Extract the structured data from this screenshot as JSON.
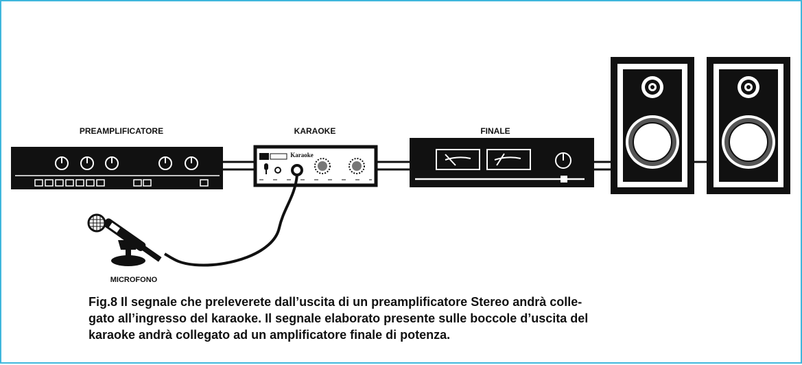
{
  "labels": {
    "preamp": "PREAMPLIFICATORE",
    "karaoke": "KARAOKE",
    "finale": "FINALE",
    "microfono": "MICROFONO",
    "karaoke_panel": "Karaoke"
  },
  "caption": {
    "line1": "Fig.8 Il segnale che preleverete dall’uscita di un preamplificatore Stereo andrà colle-",
    "line2": "gato all’ingresso del karaoke. Il segnale elaborato presente sulle boccole d’uscita del",
    "line3": "karaoke andrà collegato ad un amplificatore finale di potenza."
  },
  "colors": {
    "border": "#3fb7dc",
    "device": "#111111",
    "background": "#ffffff"
  },
  "icons": [
    "microphone-icon",
    "speaker-icon",
    "vu-meter-icon",
    "knob-icon"
  ]
}
